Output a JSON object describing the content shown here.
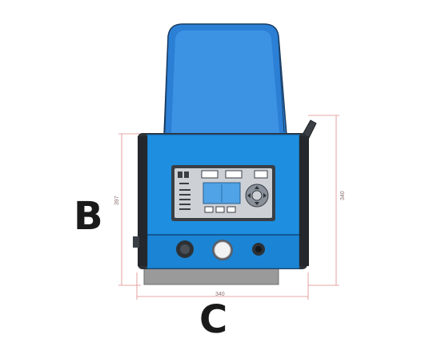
{
  "labels": {
    "left_view": "B",
    "bottom_view": "C"
  },
  "dimensions": {
    "left_height": "397",
    "right_height": "340",
    "bottom_width": "340"
  },
  "colors": {
    "body_blue": "#1e8fe0",
    "hopper_blue": "#2b7fd4",
    "frame_dark": "#2d3136",
    "panel_gray": "#cdd1d6",
    "screen_blue": "#4fa3e6",
    "base_gray": "#9a9a9a",
    "dimension_line": "#e08a8a"
  },
  "icons": {
    "knob_left": "dial-icon",
    "knob_center": "power-button-icon",
    "knob_right": "connector-icon",
    "nav_pad": "dpad-icon",
    "hose": "hose-fitting-icon"
  }
}
